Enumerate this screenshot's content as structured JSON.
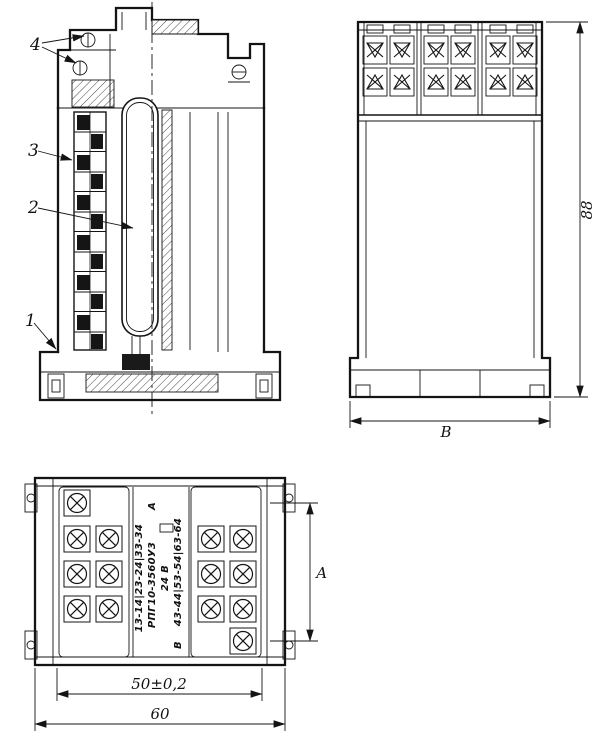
{
  "drawing": {
    "callouts": {
      "c1": "1",
      "c2": "2",
      "c3": "3",
      "c4": "4"
    },
    "dims": {
      "height": "88",
      "width": "В",
      "a": "А",
      "d50": "50±0,2",
      "d60": "60"
    },
    "label": {
      "contacts_top": "13-14|23-24|33-34",
      "terminal_a": "А",
      "type": "РПГ10-3560У3",
      "voltage": "24 В",
      "terminal_b": "В",
      "contacts_bottom": "43-44|53-54|63-64"
    },
    "colors": {
      "ink": "#141414",
      "background": "#ffffff"
    }
  }
}
